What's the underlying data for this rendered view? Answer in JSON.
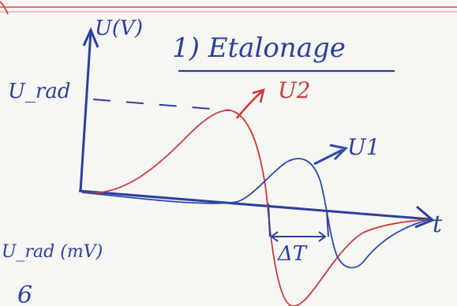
{
  "title": "1) Etalonage",
  "axis": {
    "y_label": "U(V)",
    "x_label": "t",
    "y_level_label": "U_rad"
  },
  "curves": {
    "u2_label": "U2",
    "u1_label": "U1"
  },
  "annotations": {
    "delta_t_label": "ΔT",
    "bottom_note": "U_rad (mV)",
    "bottom_mark": "6"
  },
  "colors": {
    "axis_ink": "#2b3f9c",
    "red_ink": "#cc3b3b",
    "blue_ink": "#2d4aa8",
    "margin_line": "#e04848",
    "paper": "#f6f6f3"
  }
}
